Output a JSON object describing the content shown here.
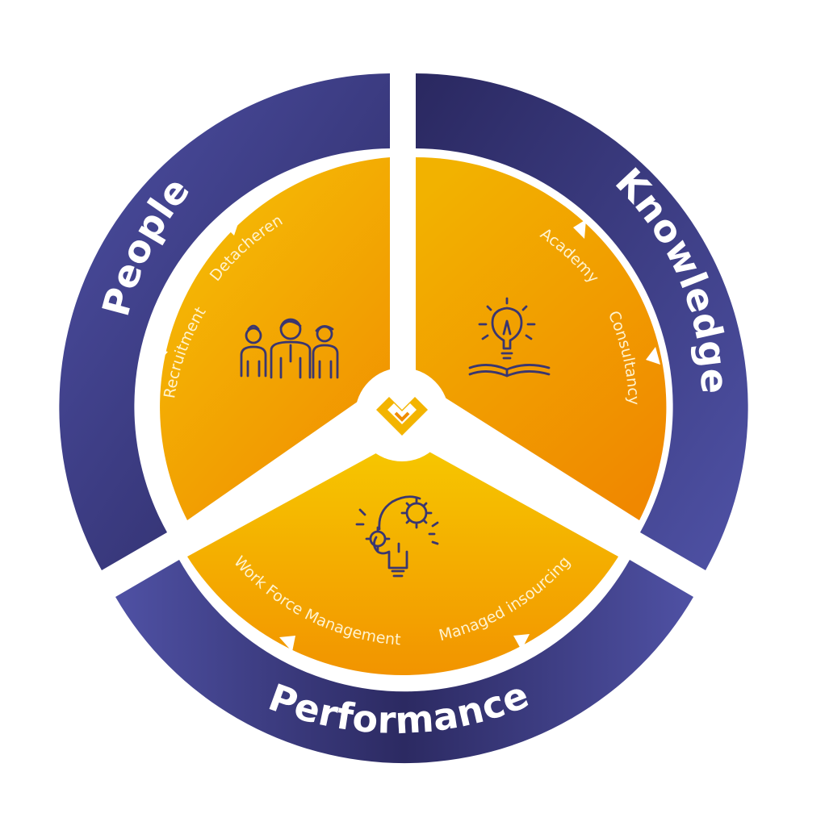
{
  "segments": [
    {
      "title": "People",
      "subs": [
        "Recruitment",
        "Detacheren"
      ],
      "icon": "people-group-icon"
    },
    {
      "title": "Knowledge",
      "subs": [
        "Academy",
        "Consultancy"
      ],
      "icon": "lightbulb-book-icon"
    },
    {
      "title": "Performance",
      "subs": [
        "Work Force Management",
        "Managed insourcing"
      ],
      "icon": "gears-head-icon"
    }
  ],
  "center_icon": "brand-logo-icon",
  "colors": {
    "ring_dark": "#2d2b63",
    "ring_light": "#5052a5",
    "orange_light": "#f6c400",
    "orange_dark": "#f08a00",
    "icon": "#3a3670",
    "background": "#ffffff"
  }
}
